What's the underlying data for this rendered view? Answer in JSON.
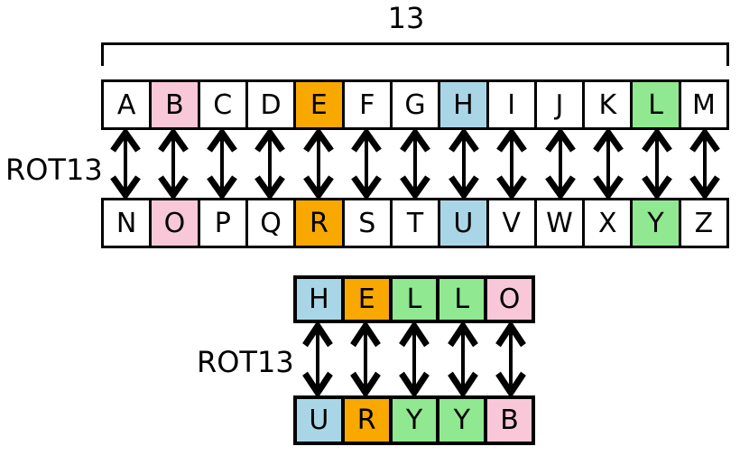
{
  "bracket": {
    "label": "13"
  },
  "palette": {
    "white": "#FFFFFF",
    "pink": "#F8C8D8",
    "orange": "#F9A800",
    "blue": "#A9D6E7",
    "green": "#90E890",
    "line": "#000000"
  },
  "alphabet_mapping": {
    "label": "ROT13",
    "arrow_count": 13,
    "top_row": [
      {
        "ch": "A",
        "bg": "#FFFFFF"
      },
      {
        "ch": "B",
        "bg": "#F8C8D8"
      },
      {
        "ch": "C",
        "bg": "#FFFFFF"
      },
      {
        "ch": "D",
        "bg": "#FFFFFF"
      },
      {
        "ch": "E",
        "bg": "#F9A800"
      },
      {
        "ch": "F",
        "bg": "#FFFFFF"
      },
      {
        "ch": "G",
        "bg": "#FFFFFF"
      },
      {
        "ch": "H",
        "bg": "#A9D6E7"
      },
      {
        "ch": "I",
        "bg": "#FFFFFF"
      },
      {
        "ch": "J",
        "bg": "#FFFFFF"
      },
      {
        "ch": "K",
        "bg": "#FFFFFF"
      },
      {
        "ch": "L",
        "bg": "#90E890"
      },
      {
        "ch": "M",
        "bg": "#FFFFFF"
      }
    ],
    "bottom_row": [
      {
        "ch": "N",
        "bg": "#FFFFFF"
      },
      {
        "ch": "O",
        "bg": "#F8C8D8"
      },
      {
        "ch": "P",
        "bg": "#FFFFFF"
      },
      {
        "ch": "Q",
        "bg": "#FFFFFF"
      },
      {
        "ch": "R",
        "bg": "#F9A800"
      },
      {
        "ch": "S",
        "bg": "#FFFFFF"
      },
      {
        "ch": "T",
        "bg": "#FFFFFF"
      },
      {
        "ch": "U",
        "bg": "#A9D6E7"
      },
      {
        "ch": "V",
        "bg": "#FFFFFF"
      },
      {
        "ch": "W",
        "bg": "#FFFFFF"
      },
      {
        "ch": "X",
        "bg": "#FFFFFF"
      },
      {
        "ch": "Y",
        "bg": "#90E890"
      },
      {
        "ch": "Z",
        "bg": "#FFFFFF"
      }
    ]
  },
  "example_mapping": {
    "label": "ROT13",
    "arrow_count": 5,
    "top_row": [
      {
        "ch": "H",
        "bg": "#A9D6E7"
      },
      {
        "ch": "E",
        "bg": "#F9A800"
      },
      {
        "ch": "L",
        "bg": "#90E890"
      },
      {
        "ch": "L",
        "bg": "#90E890"
      },
      {
        "ch": "O",
        "bg": "#F8C8D8"
      }
    ],
    "bottom_row": [
      {
        "ch": "U",
        "bg": "#A9D6E7"
      },
      {
        "ch": "R",
        "bg": "#F9A800"
      },
      {
        "ch": "Y",
        "bg": "#90E890"
      },
      {
        "ch": "Y",
        "bg": "#90E890"
      },
      {
        "ch": "B",
        "bg": "#F8C8D8"
      }
    ]
  }
}
